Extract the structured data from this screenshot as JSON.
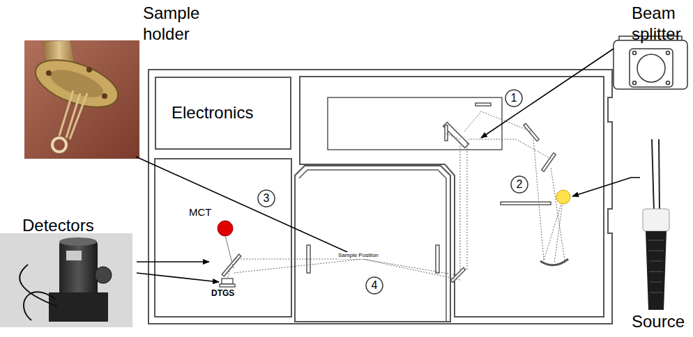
{
  "diagram": {
    "nodes": [
      {
        "text": [
          "Electronics"
        ]
      },
      {
        "text": [
          "1"
        ]
      },
      {
        "text": [
          "2"
        ]
      },
      {
        "text": [
          "3"
        ]
      },
      {
        "text": [
          "4"
        ]
      }
    ],
    "labels": [
      "Sample holder",
      "Beam splitter",
      "Detectors",
      "MCT",
      "DTGS",
      "Sample Position",
      "Source"
    ]
  }
}
